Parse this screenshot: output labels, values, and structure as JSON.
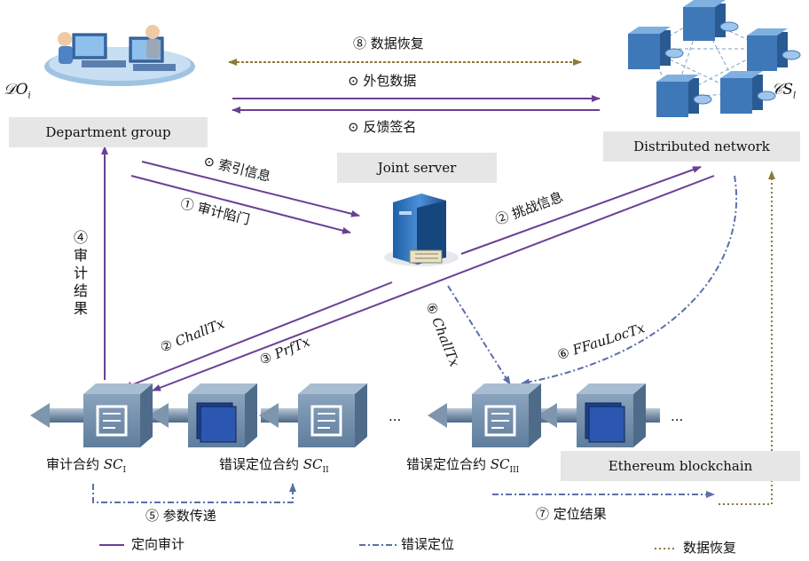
{
  "actors": {
    "do_label": "𝒟O",
    "do_sub": "i",
    "cs_label": "𝒞S",
    "cs_sub": "l"
  },
  "boxes": {
    "department": "Department group",
    "joint": "Joint server",
    "distributed": "Distributed network",
    "ethereum": "Ethereum blockchain"
  },
  "flows": {
    "recovery": "⑧ 数据恢复",
    "outsource": "⊙ 外包数据",
    "feedback": "⊙ 反馈签名",
    "index": "⊙ 索引信息",
    "trapdoor": "① 审计陷门",
    "challenge": "② 挑战信息",
    "audit_result": "④ 审计结果",
    "challtx2_num": "②",
    "challtx2_name": "ChallTx",
    "prftx_num": "③",
    "prftx_name": "PrfTx",
    "challtx6_num": "⑥",
    "challtx6_name": "ChallTx",
    "ffauloctx_num": "⑥",
    "ffauloctx_name": "FFauLocTx",
    "param": "⑤ 参数传递",
    "locate_result": "⑦ 定位结果"
  },
  "contracts": {
    "sc1_text": "审计合约 ",
    "sc1_sym": "SC",
    "sc1_sub": "I",
    "sc2_text": "错误定位合约 ",
    "sc2_sym": "SC",
    "sc2_sub": "II",
    "sc3_text": "错误定位合约 ",
    "sc3_sym": "SC",
    "sc3_sub": "III",
    "ellipsis": "..."
  },
  "legend": {
    "directed_audit": "定向审计",
    "error_locate": "错误定位",
    "data_recovery": "数据恢复"
  },
  "colors": {
    "purple_line": "#6a3f95",
    "blue_dashdot": "#5a6fa8",
    "olive_dotted": "#8c7a3a",
    "box_gray": "#e6e6e6",
    "cube_blue": "#6d8aa8"
  }
}
